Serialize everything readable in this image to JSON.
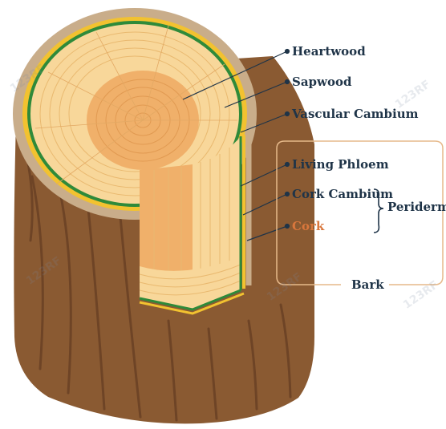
{
  "labels": {
    "heartwood": "Heartwood",
    "sapwood": "Sapwood",
    "vascular_cambium": "Vascular Cambium",
    "living_phloem": "Living Phloem",
    "cork_cambium": "Cork Cambium",
    "cork": "Cork",
    "periderm": "Periderm",
    "bark": "Bark"
  },
  "watermark": "123RF",
  "colors": {
    "label_text": "#1f3448",
    "cork_text": "#d9773c",
    "bark_wood": "#8a5a32",
    "bark_dark": "#6e4426",
    "cork_texture": "#c9ad8a",
    "cambium_green": "#2f8a3a",
    "phloem_yellow": "#f2c230",
    "sapwood": "#f8d79a",
    "heartwood": "#f0b06a",
    "frame": "#e6b98a"
  }
}
